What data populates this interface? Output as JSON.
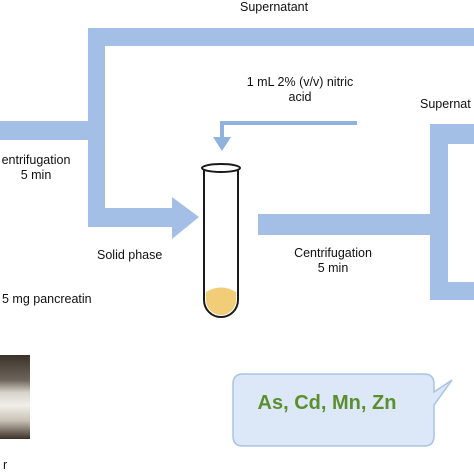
{
  "labels": {
    "supernatant_top": "Supernatant",
    "supernatant_right": "Supernat",
    "nitric_acid_line1": "1 mL 2% (v/v) nitric",
    "nitric_acid_line2": "acid",
    "centrifugation_left_line1": "entrifugation",
    "centrifugation_left_line2": "5 min",
    "solid_phase": "Solid phase",
    "centrifugation_right_line1": "Centrifugation",
    "centrifugation_right_line2": "5 min",
    "pancreatin": "5 mg pancreatin",
    "bottom_left_fragment": "r"
  },
  "result_bubble": {
    "text": "As, Cd, Mn, Zn",
    "text_color": "#5b8f2e"
  },
  "colors": {
    "flow_arrow": "#a4bfe6",
    "thin_arrow": "#8fb2df",
    "bubble_fill": "#dce8f7",
    "bubble_stroke": "#a9c3e6",
    "tube_stroke": "#1a1a1a",
    "sediment": "#f2cd78"
  }
}
